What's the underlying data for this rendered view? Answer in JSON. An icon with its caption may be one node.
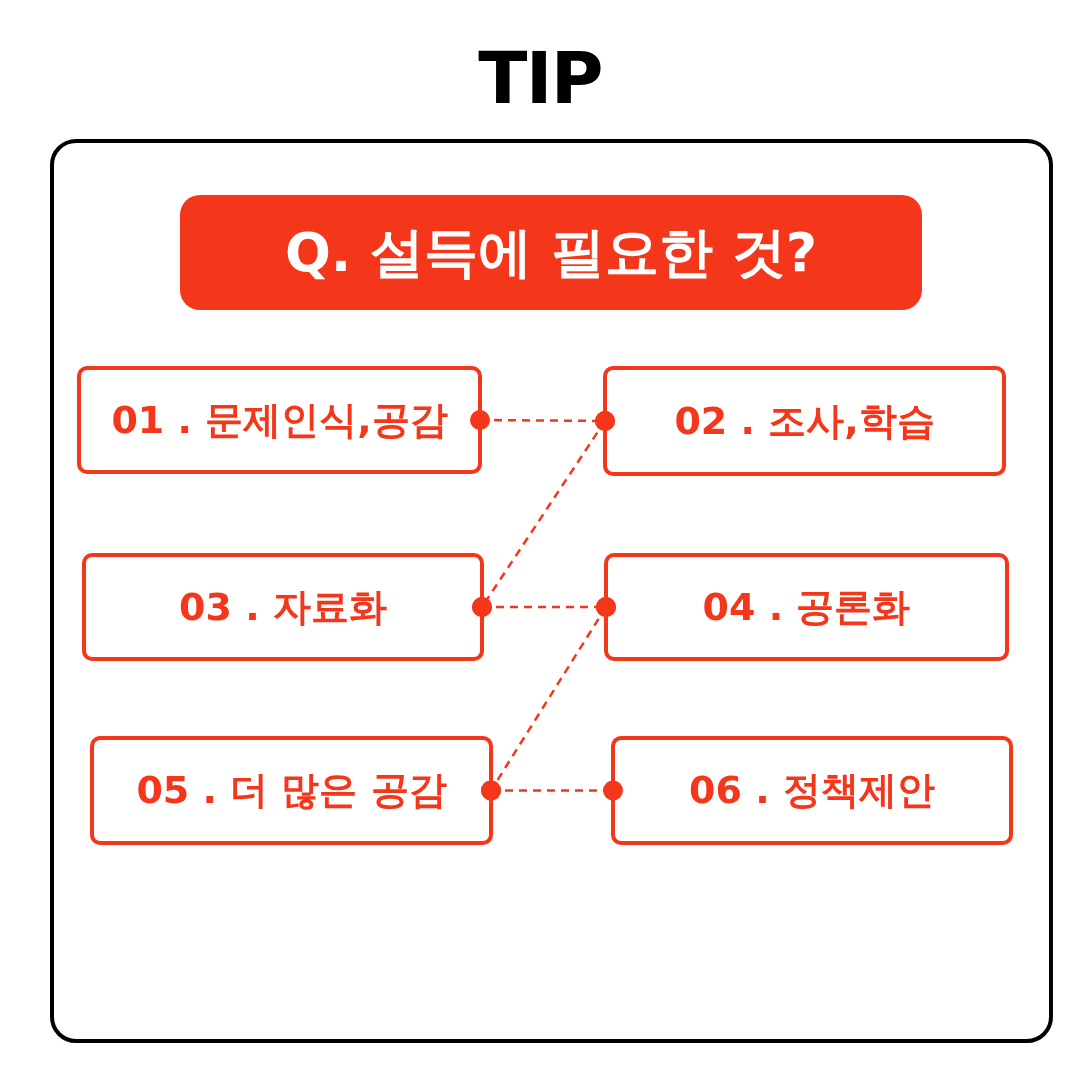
{
  "diagram": {
    "title": "TIP",
    "nodes": [
      {
        "text": [
          "Q. 설득에 필요한 것?"
        ]
      },
      {
        "text": [
          "01 . 문제인식,공감"
        ]
      },
      {
        "text": [
          "02 . 조사,학습"
        ]
      },
      {
        "text": [
          "03 . 자료화"
        ]
      },
      {
        "text": [
          "04 . 공론화"
        ]
      },
      {
        "text": [
          "05 . 더 많은 공감"
        ]
      },
      {
        "text": [
          "06 . 정책제안"
        ]
      }
    ],
    "edges": [
      {
        "from": 1,
        "to": 2,
        "arrow": "other",
        "style": "dashed"
      },
      {
        "from": 2,
        "to": 3,
        "arrow": "other",
        "style": "dashed"
      },
      {
        "from": 3,
        "to": 4,
        "arrow": "other",
        "style": "dashed"
      },
      {
        "from": 4,
        "to": 5,
        "arrow": "other",
        "style": "dashed"
      },
      {
        "from": 5,
        "to": 6,
        "arrow": "other",
        "style": "dashed"
      }
    ]
  }
}
